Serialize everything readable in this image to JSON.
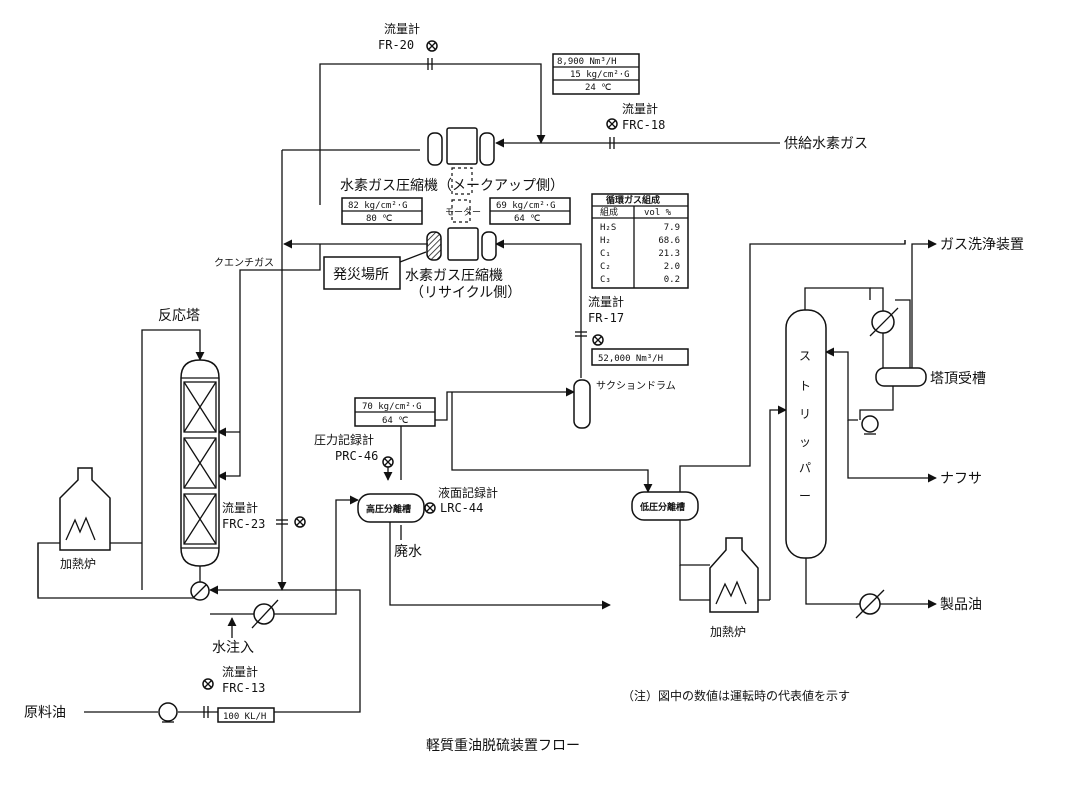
{
  "title": "軽質重油脱硫装置フロー",
  "note": "（注）図中の数値は運転時の代表値を示す",
  "equipment": {
    "makeup_compressor": "水素ガス圧縮機（メークアップ側）",
    "recycle_compressor_line1": "水素ガス圧縮機",
    "recycle_compressor_line2": "（リサイクル側）",
    "motor": "モーター",
    "substation": "発災場所",
    "reactor": "反応塔",
    "furnace1": "加熱炉",
    "furnace2": "加熱炉",
    "hp_separator": "高圧分離槽",
    "lp_separator": "低圧分離槽",
    "suction_drum": "サクションドラム",
    "stripper": "ストリッパー",
    "overhead_drum": "塔頂受槽"
  },
  "streams": {
    "quench_gas": "クエンチガス",
    "hydrogen_supply": "供給水素ガス",
    "gas_cleaning": "ガス洗浄装置",
    "naphtha": "ナフサ",
    "product_oil": "製品油",
    "waste_water": "廃水",
    "water_injection": "水注入",
    "feed_oil": "原料油"
  },
  "instruments": {
    "fr20": {
      "label": "流量計",
      "tag": "FR-20"
    },
    "frc18": {
      "label": "流量計",
      "tag": "FRC-18"
    },
    "fr17": {
      "label": "流量計",
      "tag": "FR-17"
    },
    "prc46": {
      "label": "圧力記録計",
      "tag": "PRC-46"
    },
    "lrc44": {
      "label": "液面記録計",
      "tag": "LRC-44"
    },
    "frc23": {
      "label": "流量計",
      "tag": "FRC-23"
    },
    "frc13": {
      "label": "流量計",
      "tag": "FRC-13"
    }
  },
  "conditions": {
    "makeup": [
      "8,900 Nm³/H",
      "15 kg/cm²·G",
      "24 ℃"
    ],
    "recycle_discharge": [
      "82 kg/cm²·G",
      "80 ℃"
    ],
    "recycle_suction": [
      "69 kg/cm²·G",
      "64 ℃"
    ],
    "recycle_flow": "52,000 Nm³/H",
    "hp_separator": [
      "70 kg/cm²·G",
      "64 ℃"
    ],
    "feed_flow": "100 KL/H"
  },
  "recycle_gas_table": {
    "title": "循環ガス組成",
    "header_component": "組成",
    "header_vol": "vol %",
    "rows": [
      {
        "component": "H₂S",
        "value": "7.9"
      },
      {
        "component": "H₂",
        "value": "68.6"
      },
      {
        "component": "C₁",
        "value": "21.3"
      },
      {
        "component": "C₂",
        "value": "2.0"
      },
      {
        "component": "C₃",
        "value": "0.2"
      }
    ]
  }
}
